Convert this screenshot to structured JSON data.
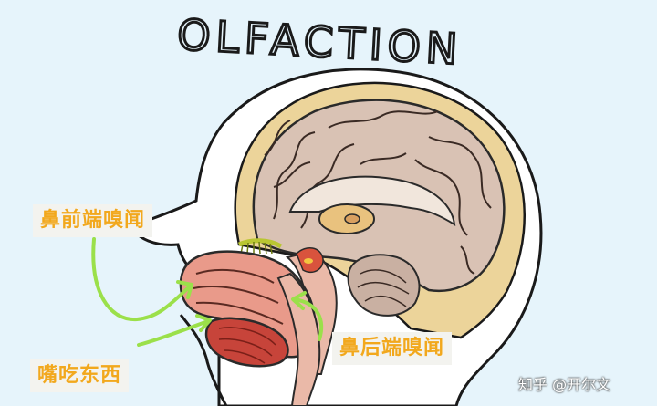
{
  "title": "OLFACTION",
  "labels": {
    "orthonasal": "鼻前端嗅闻",
    "retronasal": "鼻后端嗅闻",
    "eating": "嘴吃东西"
  },
  "credit": "知乎 @开尔文",
  "colors": {
    "background": "#e6f4fb",
    "label_text": "#f2a81d",
    "arrow": "#9be04a",
    "brain": "#d9c2b4",
    "nasal_cavity": "#e99a8a",
    "mouth": "#c7443a"
  }
}
